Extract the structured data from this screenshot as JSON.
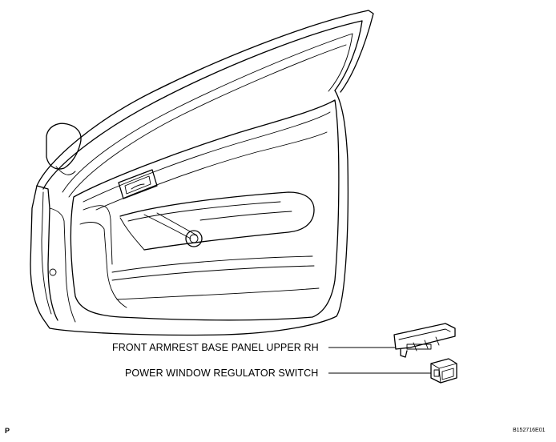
{
  "labels": {
    "armrest_panel": "FRONT ARMREST BASE PANEL UPPER RH",
    "window_switch": "POWER WINDOW REGULATOR SWITCH"
  },
  "corner": {
    "left": "P",
    "right": "B152716E01"
  }
}
